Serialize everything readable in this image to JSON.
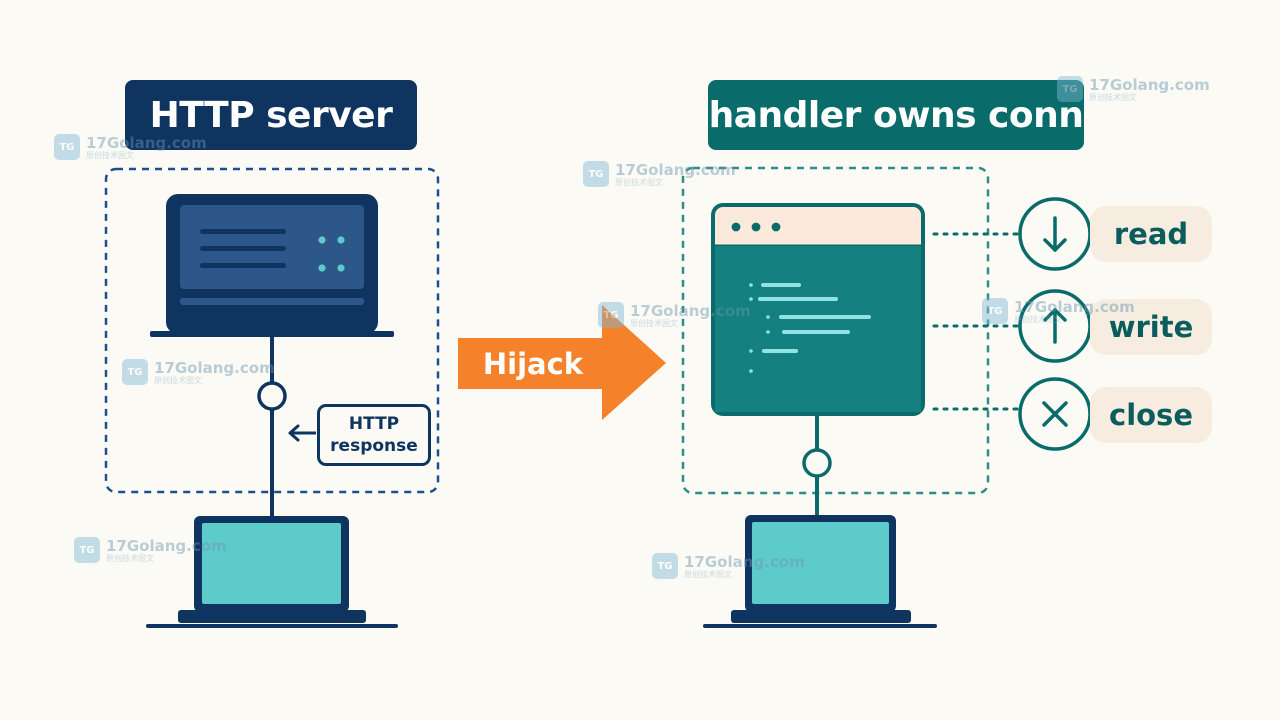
{
  "titles": {
    "left": "HTTP server",
    "right": "handler owns conn"
  },
  "callout": {
    "line1": "HTTP",
    "line2": "response"
  },
  "center_arrow": {
    "label": "Hijack"
  },
  "operations": [
    {
      "label": "read",
      "icon": "arrow-down-icon"
    },
    {
      "label": "write",
      "icon": "arrow-up-icon"
    },
    {
      "label": "close",
      "icon": "x-icon"
    }
  ],
  "watermark": {
    "text": "17Golang.com",
    "sub": "原创技术图文"
  },
  "colors": {
    "navy": "#0f3460",
    "teal": "#0a6b6b",
    "orange": "#f5822a",
    "screen_cyan": "#5ecbcb",
    "background": "#fbfaf4"
  }
}
